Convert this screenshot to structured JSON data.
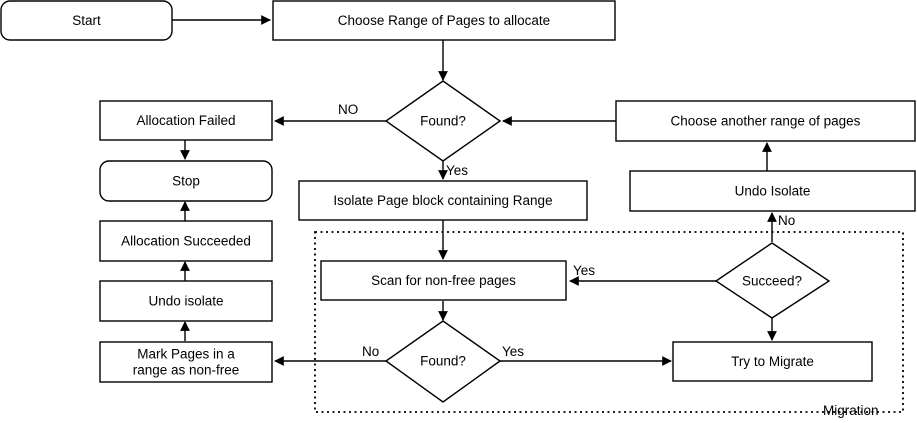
{
  "nodes": {
    "start": "Start",
    "choose_range": "Choose Range of Pages to allocate",
    "found_1": "Found?",
    "allocation_failed": "Allocation Failed",
    "choose_another": "Choose another range of pages",
    "stop": "Stop",
    "isolate": "Isolate Page block containing Range",
    "undo_isolate_top": "Undo Isolate",
    "allocation_succeeded": "Allocation Succeeded",
    "scan": "Scan for non-free pages",
    "succeed": "Succeed?",
    "undo_isolate_bottom": "Undo isolate",
    "mark_pages_line1": "Mark Pages in a",
    "mark_pages_line2": "range as non-free",
    "found_2": "Found?",
    "try_migrate": "Try to Migrate"
  },
  "edge_labels": {
    "found1_no": "NO",
    "found1_yes": "Yes",
    "succeed_no": "No",
    "succeed_yes": "Yes",
    "found2_no": "No",
    "found2_yes": "Yes"
  },
  "group": {
    "label": "Migration"
  }
}
